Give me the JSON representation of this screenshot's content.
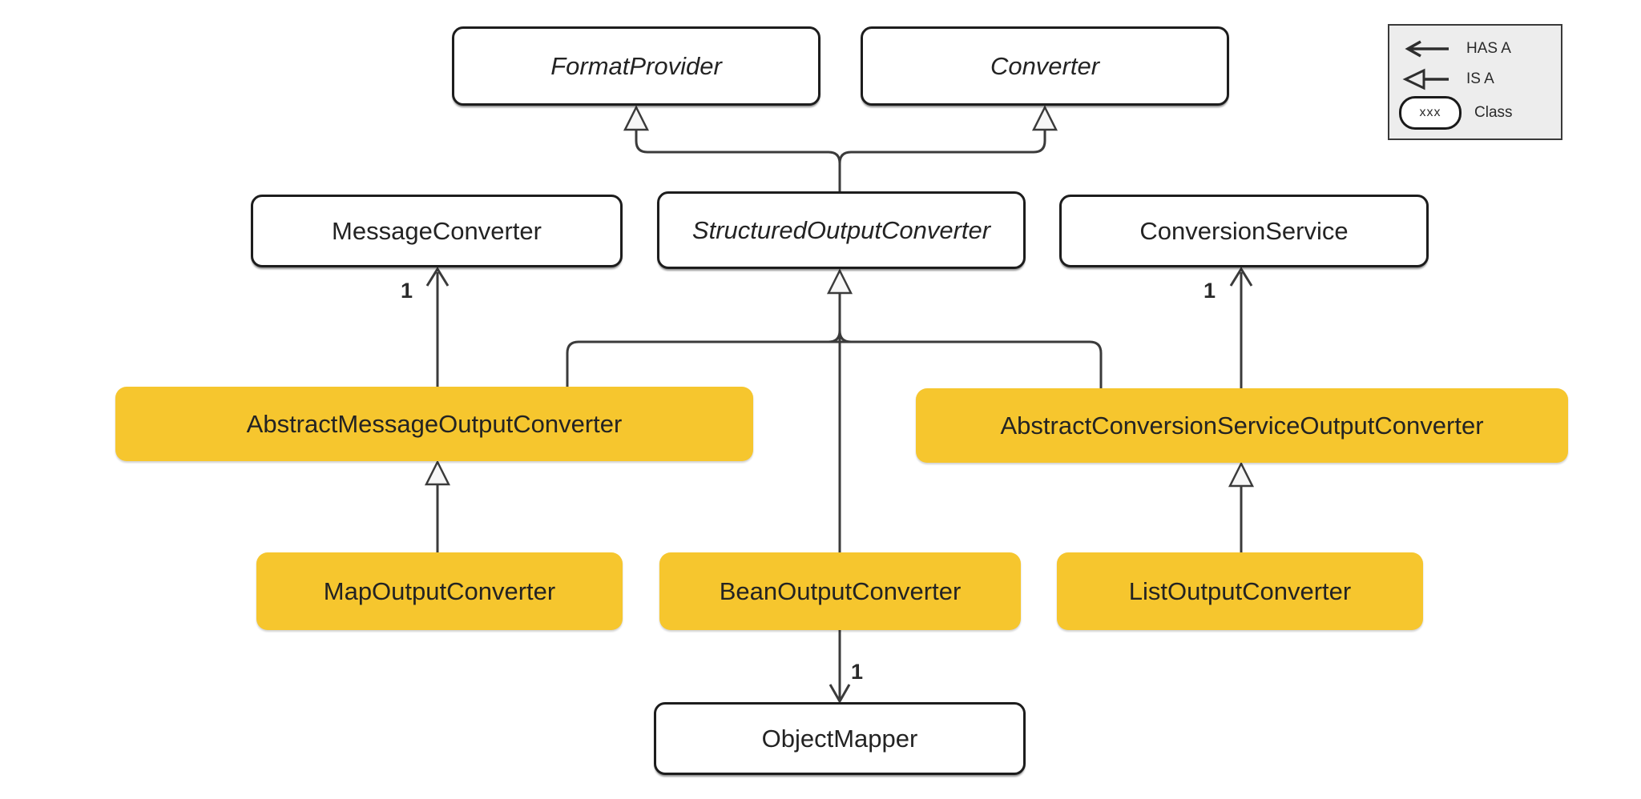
{
  "diagram": {
    "nodes": {
      "format_provider": "FormatProvider",
      "converter": "Converter",
      "message_converter": "MessageConverter",
      "structured_output_converter": "StructuredOutputConverter",
      "conversion_service": "ConversionService",
      "abstract_message_output_converter": "AbstractMessageOutputConverter",
      "abstract_conversion_service_output_converter": "AbstractConversionServiceOutputConverter",
      "map_output_converter": "MapOutputConverter",
      "bean_output_converter": "BeanOutputConverter",
      "list_output_converter": "ListOutputConverter",
      "object_mapper": "ObjectMapper"
    },
    "multiplicity": {
      "message_converter_has_a": "1",
      "conversion_service_has_a": "1",
      "object_mapper_has_a": "1"
    },
    "legend": {
      "has_a": "HAS A",
      "is_a": "IS A",
      "class_sample": "xxx",
      "class_label": "Class"
    },
    "colors": {
      "highlight_fill": "#F6C62E",
      "class_fill": "#ffffff",
      "line": "#3b3b3b",
      "border": "#1d1d1d",
      "legend_bg": "#ededed"
    }
  }
}
